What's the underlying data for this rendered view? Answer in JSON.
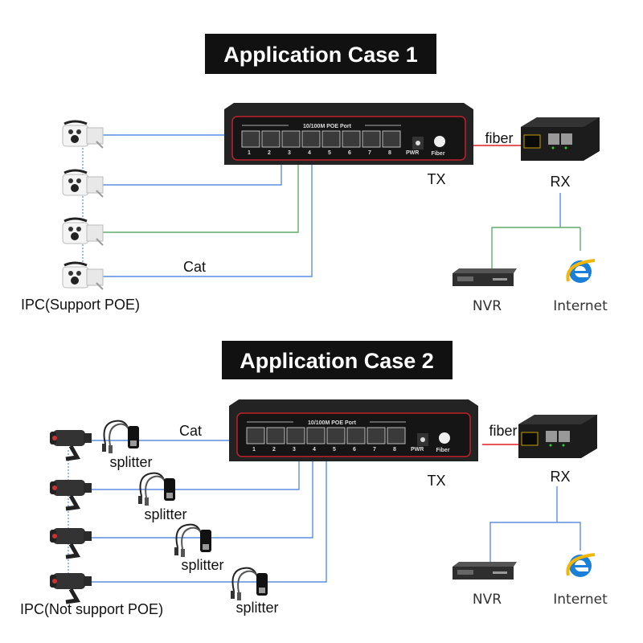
{
  "case1": {
    "title": "Application Case 1",
    "cable_label": "Cat",
    "camera_group_label": "IPC(Support POE)",
    "fiber_label": "fiber",
    "tx_label": "TX",
    "rx_label": "RX",
    "nvr_label": "NVR",
    "internet_label": "Internet"
  },
  "case2": {
    "title": "Application Case 2",
    "cable_label": "Cat",
    "camera_group_label": "IPC(Not support POE)",
    "splitter_labels": [
      "splitter",
      "splitter",
      "splitter",
      "splitter"
    ],
    "fiber_label": "fiber",
    "tx_label": "TX",
    "rx_label": "RX",
    "nvr_label": "NVR",
    "internet_label": "Internet"
  },
  "switch": {
    "port_header": "10/100M  POE  Port",
    "port_numbers": [
      "1",
      "2",
      "3",
      "4",
      "5",
      "6",
      "7",
      "8"
    ],
    "pwr_label": "PWR",
    "fiber_port_label": "Fiber"
  },
  "colors": {
    "title_bg": "#111111",
    "wire": "#5b8fe0",
    "fiber": "#e02020",
    "switch_body": "#232323",
    "panel_outline": "#c0202a"
  }
}
